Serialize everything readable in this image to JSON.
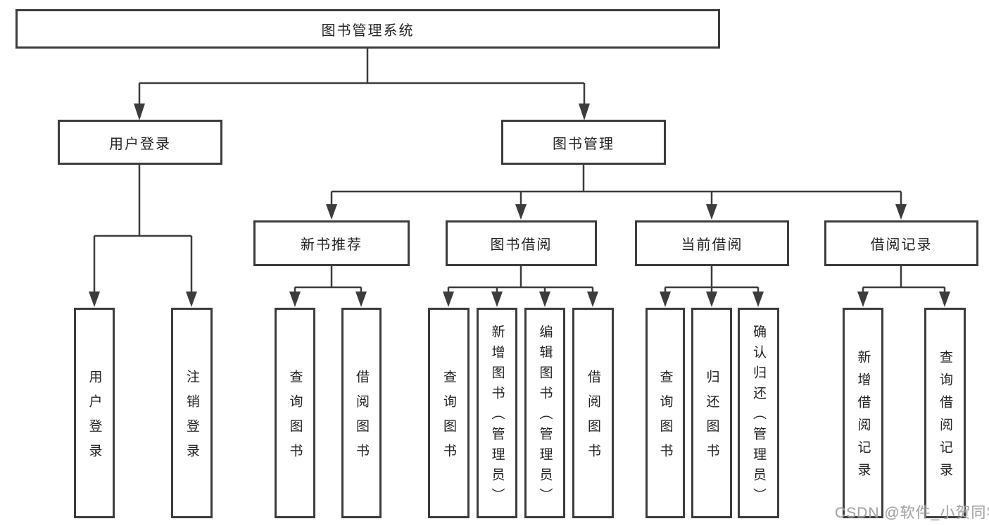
{
  "diagram": {
    "type": "tree",
    "tree": {
      "root": {
        "label": "图书管理系统"
      },
      "level2": [
        {
          "label": "用户登录"
        },
        {
          "label": "图书管理"
        }
      ],
      "categories": [
        {
          "label": "新书推荐",
          "parent": "图书管理"
        },
        {
          "label": "图书借阅",
          "parent": "图书管理"
        },
        {
          "label": "当前借阅",
          "parent": "图书管理"
        },
        {
          "label": "借阅记录",
          "parent": "图书管理"
        }
      ],
      "leaves": [
        {
          "label": "用户登录",
          "parent": "用户登录"
        },
        {
          "label": "注销登录",
          "parent": "用户登录"
        },
        {
          "label": "查询图书",
          "parent": "新书推荐"
        },
        {
          "label": "借阅图书",
          "parent": "新书推荐"
        },
        {
          "label": "查询图书",
          "parent": "图书借阅"
        },
        {
          "label": "新增图书（管理员）",
          "parent": "图书借阅"
        },
        {
          "label": "编辑图书（管理员）",
          "parent": "图书借阅"
        },
        {
          "label": "借阅图书",
          "parent": "图书借阅"
        },
        {
          "label": "查询图书",
          "parent": "当前借阅"
        },
        {
          "label": "归还图书",
          "parent": "当前借阅"
        },
        {
          "label": "确认归还（管理员）",
          "parent": "当前借阅"
        },
        {
          "label": "新增借阅记录",
          "parent": "借阅记录"
        },
        {
          "label": "查询借阅记录",
          "parent": "借阅记录"
        }
      ]
    },
    "colors": {
      "line": "#3c3c3c",
      "text": "#242424",
      "background": "#ffffff",
      "watermark": "#9e9e9e"
    }
  },
  "watermark": {
    "text": "CSDN @软件_小贺同学"
  }
}
